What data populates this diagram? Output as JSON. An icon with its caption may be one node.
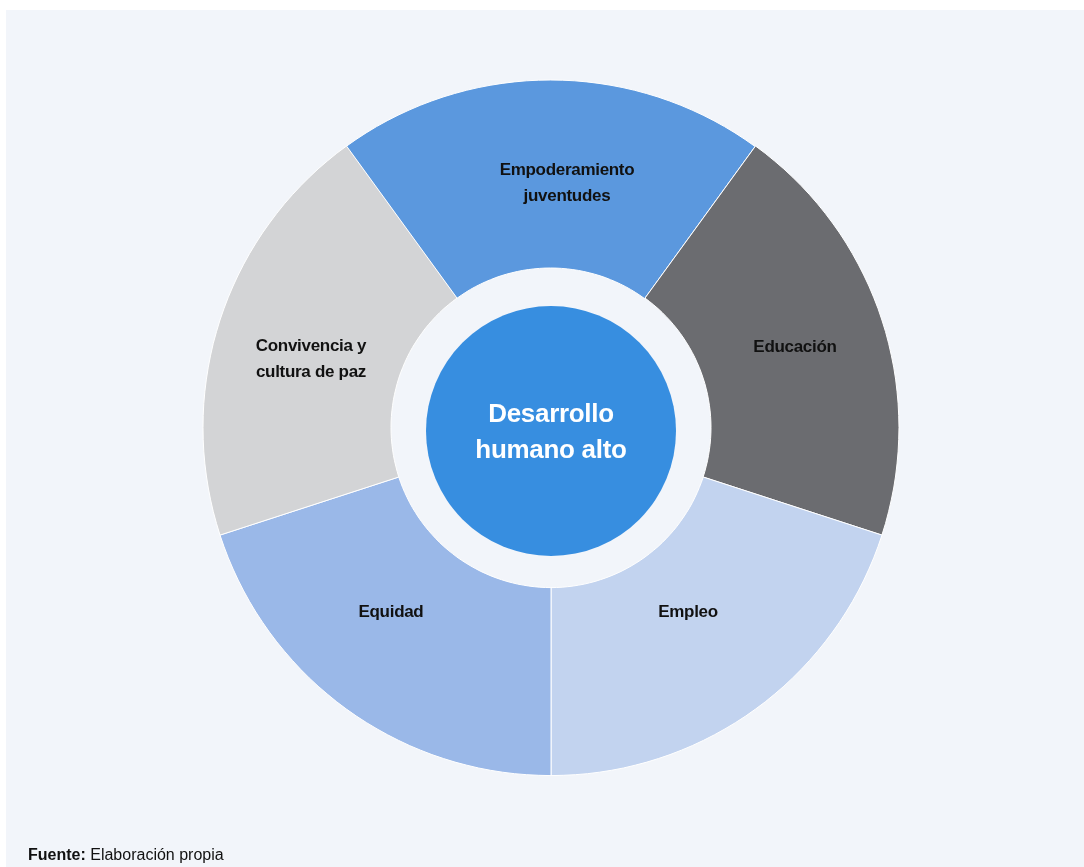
{
  "diagram": {
    "caption": "**Fuente:** Elaboración propia",
    "nodes": [
      {
        "text": [
          "Empoderamiento juventudes"
        ]
      },
      {
        "text": [
          "Educación"
        ]
      },
      {
        "text": [
          "Empleo"
        ]
      },
      {
        "text": [
          "Equidad"
        ]
      },
      {
        "text": [
          "Convivencia y cultura de paz"
        ]
      },
      {
        "text": [
          "Desarrollo humano alto"
        ]
      }
    ]
  }
}
